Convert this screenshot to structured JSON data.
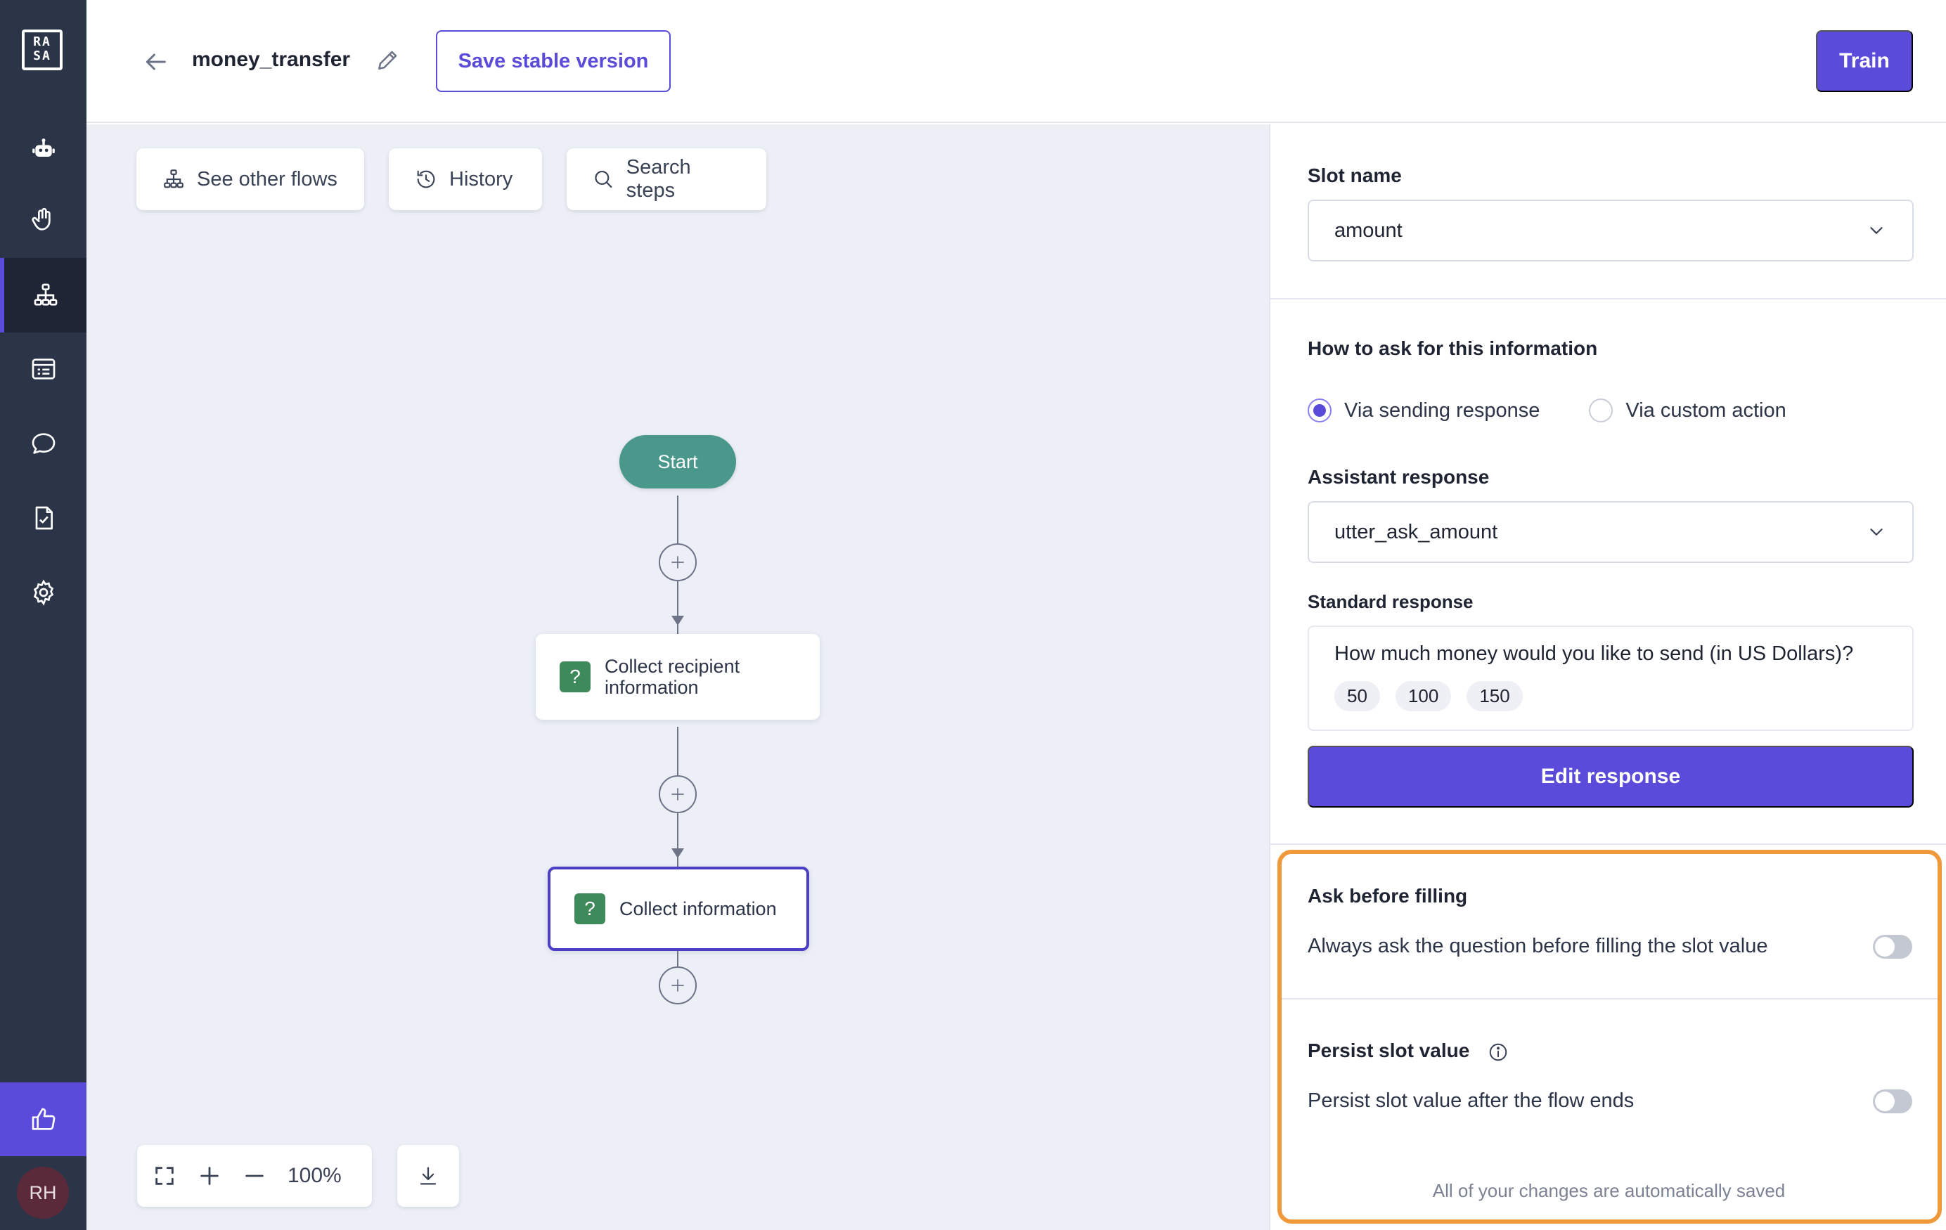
{
  "sidebar": {
    "logo_text": "RA SA",
    "items": [
      {
        "name": "assistant",
        "icon": "robot-icon"
      },
      {
        "name": "greet",
        "icon": "waving-hand-icon"
      },
      {
        "name": "flows",
        "icon": "flow-tree-icon",
        "active": true
      },
      {
        "name": "content",
        "icon": "list-card-icon"
      },
      {
        "name": "conversations",
        "icon": "chat-bubble-icon"
      },
      {
        "name": "tests",
        "icon": "document-check-icon"
      },
      {
        "name": "settings",
        "icon": "gear-icon"
      }
    ],
    "feedback_icon": "thumbs-up-icon",
    "avatar_initials": "RH"
  },
  "header": {
    "flow_name": "money_transfer",
    "save_label": "Save stable version",
    "train_label": "Train"
  },
  "canvas": {
    "toolbar": {
      "other_flows": "See other flows",
      "history": "History",
      "search": "Search steps"
    },
    "nodes": {
      "start": "Start",
      "step1": "Collect recipient information",
      "step2": "Collect information"
    },
    "zoom": "100%"
  },
  "panel": {
    "slot_name_label": "Slot name",
    "slot_name_value": "amount",
    "how_to_ask_label": "How to ask for this information",
    "radio_options": {
      "response": "Via sending response",
      "action": "Via custom action"
    },
    "radio_selected": "response",
    "assistant_response_label": "Assistant response",
    "assistant_response_value": "utter_ask_amount",
    "standard_response_label": "Standard response",
    "standard_response_text": "How much money would you like to send (in US Dollars)?",
    "buttons": [
      "50",
      "100",
      "150"
    ],
    "edit_response_label": "Edit response",
    "ask_before_filling": {
      "title": "Ask before filling",
      "description": "Always ask the question before filling the slot value",
      "enabled": false
    },
    "persist_slot": {
      "title": "Persist slot value",
      "description": "Persist slot value after the flow ends",
      "enabled": false
    },
    "saved_note": "All of your changes are automatically saved"
  },
  "colors": {
    "accent": "#5a4bda",
    "sidebar_bg": "#2c3448",
    "start_node": "#4a978b",
    "question_icon": "#3e8a5a",
    "highlight": "#f0993a"
  }
}
